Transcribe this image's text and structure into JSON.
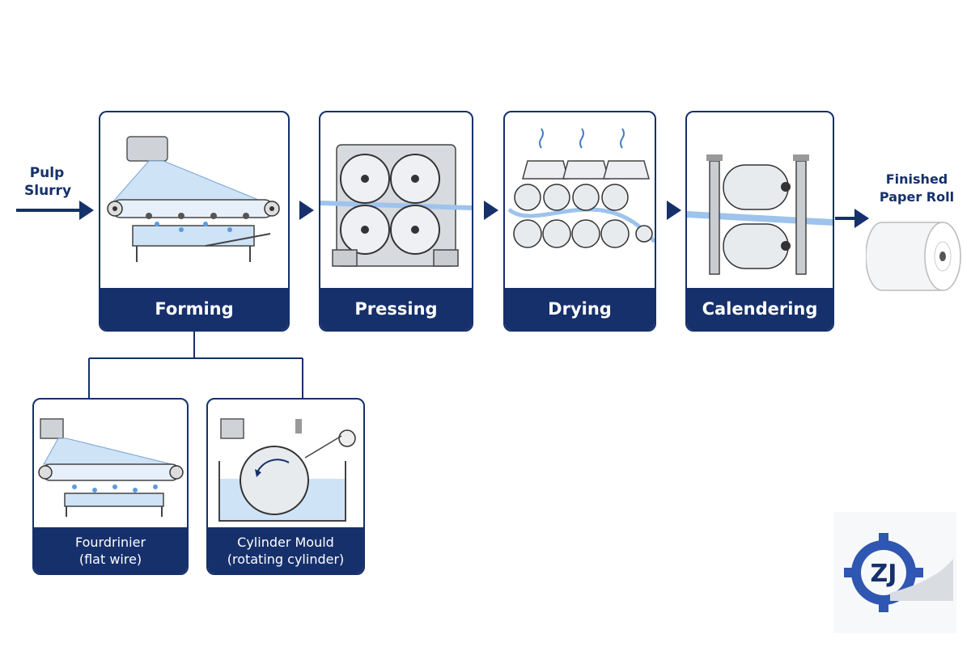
{
  "input": {
    "line1": "Pulp",
    "line2": "Slurry"
  },
  "stages": [
    {
      "id": "forming",
      "label": "Forming"
    },
    {
      "id": "pressing",
      "label": "Pressing"
    },
    {
      "id": "drying",
      "label": "Drying"
    },
    {
      "id": "calendering",
      "label": "Calendering"
    }
  ],
  "forming_types": [
    {
      "id": "fourdrinier",
      "title": "Fourdrinier",
      "detail": "(flat wire)"
    },
    {
      "id": "cylinder-mould",
      "title": "Cylinder Mould",
      "detail": "(rotating cylinder)"
    }
  ],
  "output": {
    "line1": "Finished",
    "line2": "Paper Roll"
  },
  "logo": {
    "text": "ZJ"
  },
  "colors": {
    "navy": "#16306b",
    "water": "#cfe3f7",
    "metal": "#b9bec6"
  }
}
